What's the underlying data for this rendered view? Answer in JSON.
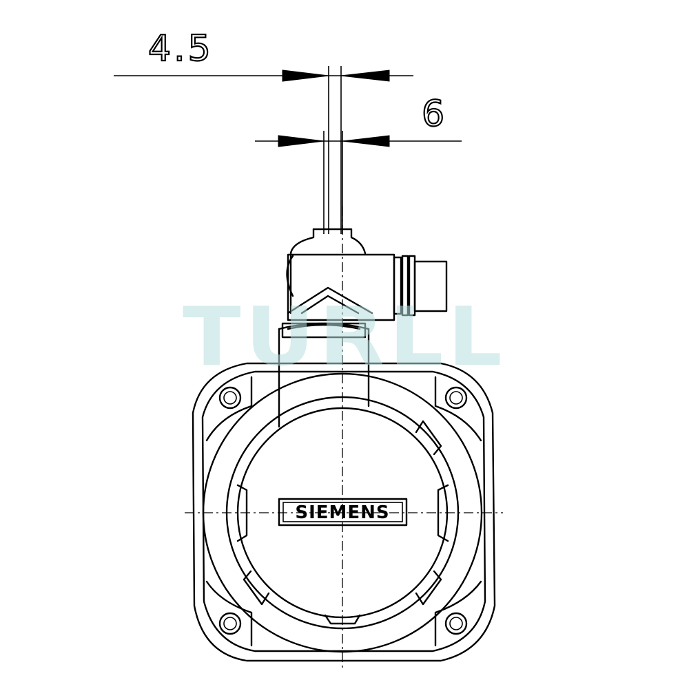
{
  "dimensions": {
    "top_value": "4.5",
    "bottom_value": "6"
  },
  "logo_text": "SIEMENS",
  "watermark_text": "TURLL",
  "colors": {
    "line": "#000000",
    "watermark": "#b9dfe0",
    "background": "#ffffff"
  }
}
